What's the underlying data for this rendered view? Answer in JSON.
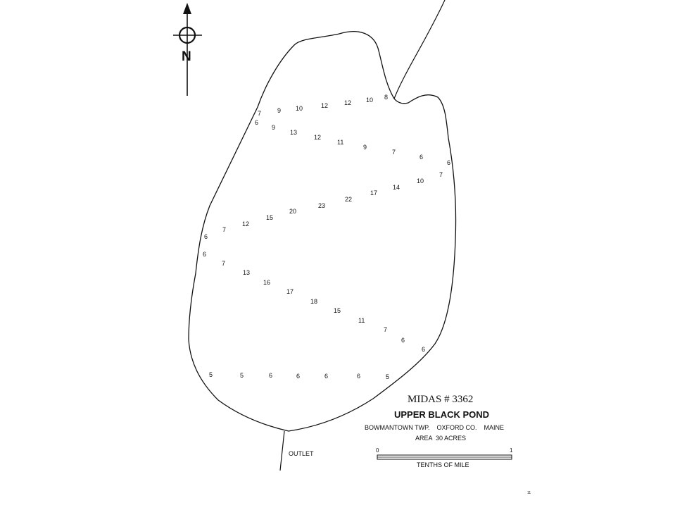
{
  "map": {
    "midas": "MIDAS # 3362",
    "name": "UPPER BLACK POND",
    "location": "BOWMANTOWN TWP.    OXFORD CO.    MAINE",
    "area": "AREA  30 ACRES",
    "outlet_label": "OUTLET",
    "north_label": "N",
    "scale": {
      "start": "0",
      "end": "1",
      "units": "TENTHS OF MILE"
    },
    "page_number": "11",
    "ink_color": "#111111",
    "icons": [
      "north-arrow-icon",
      "compass-circle-icon"
    ]
  },
  "soundings": {
    "transect1": [
      "7",
      "9",
      "10",
      "12",
      "12",
      "10",
      "8"
    ],
    "transect2": [
      "6",
      "9",
      "13",
      "12",
      "11",
      "9",
      "7",
      "6",
      "6"
    ],
    "transect3": [
      "6",
      "7",
      "12",
      "15",
      "20",
      "23",
      "22",
      "17",
      "14",
      "10",
      "7"
    ],
    "transect4": [
      "6",
      "7",
      "13",
      "16",
      "17",
      "18",
      "15",
      "11",
      "7",
      "6",
      "6"
    ],
    "transect5": [
      "5",
      "5",
      "6",
      "6",
      "6",
      "6",
      "5"
    ]
  }
}
